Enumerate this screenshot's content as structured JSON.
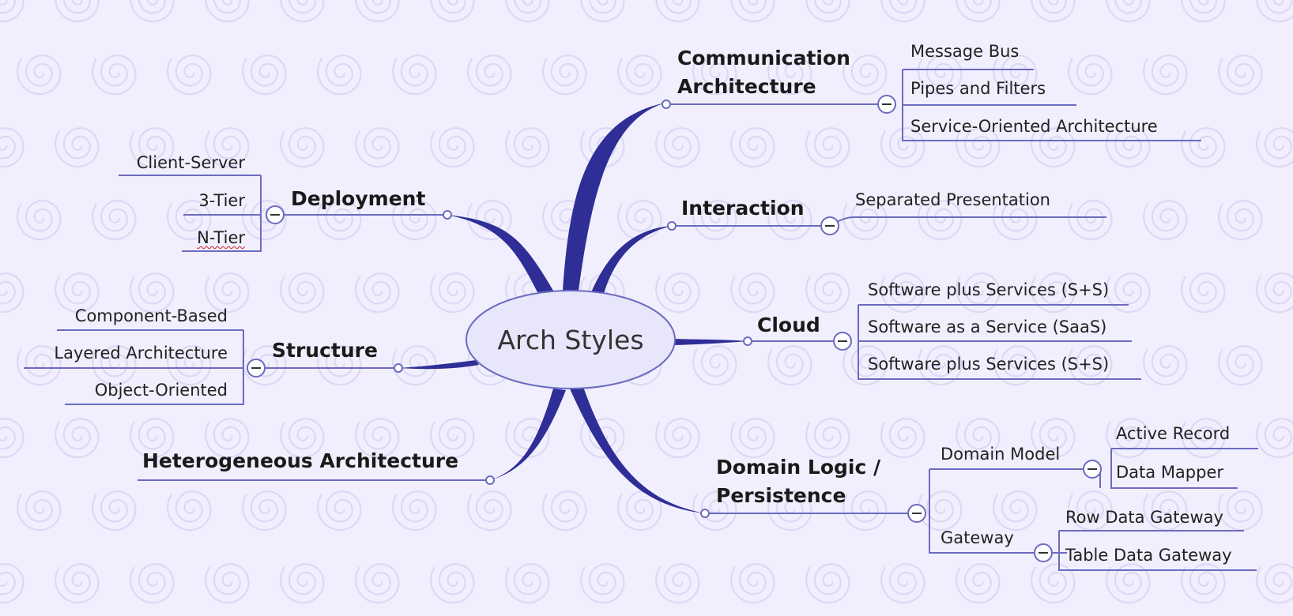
{
  "center": {
    "label": "Arch Styles"
  },
  "colors": {
    "branch": "#2e2e96",
    "line": "#6b6bc0",
    "background": "#f1effd",
    "bubble": "#e7e6fb",
    "swirl": "#dcd8f5"
  },
  "topics": {
    "communication": {
      "label_line1": "Communication",
      "label_line2": "Architecture",
      "children": [
        "Message Bus",
        "Pipes and Filters",
        "Service-Oriented Architecture"
      ]
    },
    "interaction": {
      "label": "Interaction",
      "children": [
        "Separated Presentation"
      ]
    },
    "cloud": {
      "label": "Cloud",
      "children": [
        "Software plus Services (S+S)",
        "Software as a Service (SaaS)",
        "Software plus Services (S+S)"
      ]
    },
    "domain": {
      "label_line1": "Domain Logic /",
      "label_line2": "Persistence",
      "domain_model": {
        "label": "Domain Model",
        "children": [
          "Active Record",
          "Data Mapper"
        ]
      },
      "gateway": {
        "label": "Gateway",
        "children": [
          "Row Data Gateway",
          "Table Data Gateway"
        ]
      }
    },
    "deployment": {
      "label": "Deployment",
      "children": [
        "Client-Server",
        "3-Tier",
        "N-Tier"
      ]
    },
    "structure": {
      "label": "Structure",
      "children": [
        "Component-Based",
        "Layered Architecture",
        "Object-Oriented"
      ]
    },
    "heterogeneous": {
      "label": "Heterogeneous Architecture"
    }
  }
}
